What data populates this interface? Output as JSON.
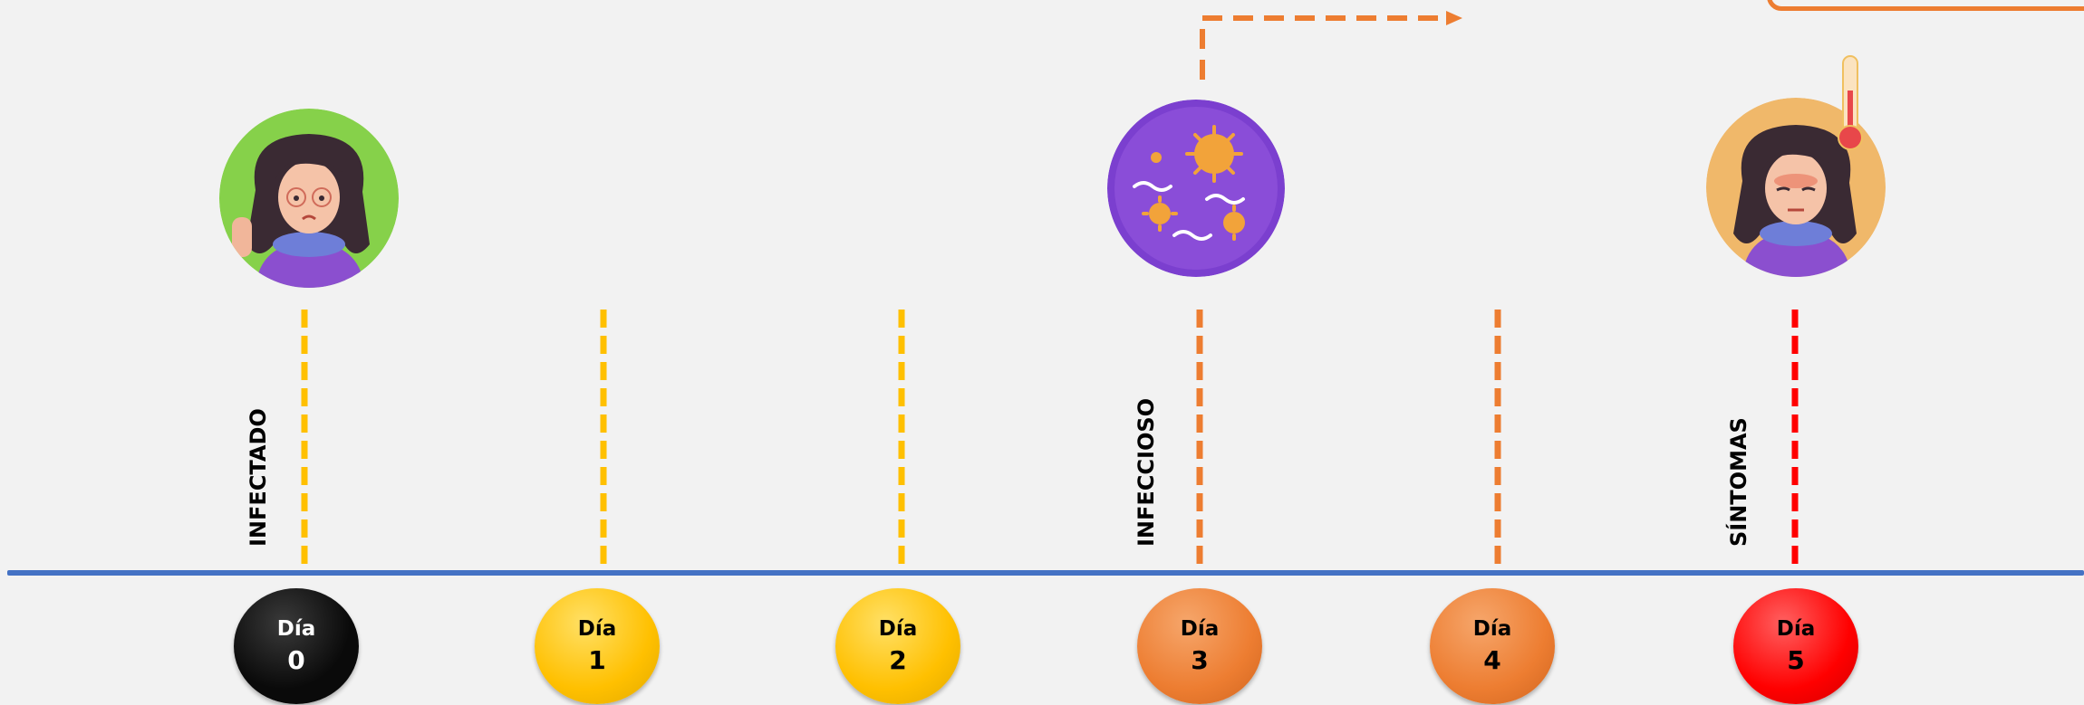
{
  "colors": {
    "background": "#f2f2f2",
    "axis": "#4472C4",
    "arrow": "#ED7D31",
    "yellow": "#FFC000",
    "orange": "#ED7D31",
    "red": "#FF0000",
    "black": "#000000"
  },
  "timeline": {
    "days": [
      {
        "label": "Día",
        "number": "0",
        "color": "#0a0a0a",
        "text_color": "#ffffff",
        "line_color": "#FFC000"
      },
      {
        "label": "Día",
        "number": "1",
        "color": "#FFC000",
        "text_color": "#000000",
        "line_color": "#FFC000"
      },
      {
        "label": "Día",
        "number": "2",
        "color": "#FFC000",
        "text_color": "#000000",
        "line_color": "#FFC000"
      },
      {
        "label": "Día",
        "number": "3",
        "color": "#ED7D31",
        "text_color": "#000000",
        "line_color": "#ED7D31"
      },
      {
        "label": "Día",
        "number": "4",
        "color": "#ED7D31",
        "text_color": "#000000",
        "line_color": "#ED7D31"
      },
      {
        "label": "Día",
        "number": "5",
        "color": "#FF0000",
        "text_color": "#000000",
        "line_color": "#FF0000"
      }
    ],
    "stages": {
      "infected": "INFECTADO",
      "infectious": "INFECCIOSO",
      "symptoms": "SÍNTOMAS"
    }
  },
  "icons": {
    "infected_avatar": "woman-scarf-worried-icon",
    "virus": "virus-particles-icon",
    "symptoms_avatar": "woman-fever-icon",
    "thermometer": "thermometer-icon",
    "arrow": "dashed-arrow-icon"
  }
}
